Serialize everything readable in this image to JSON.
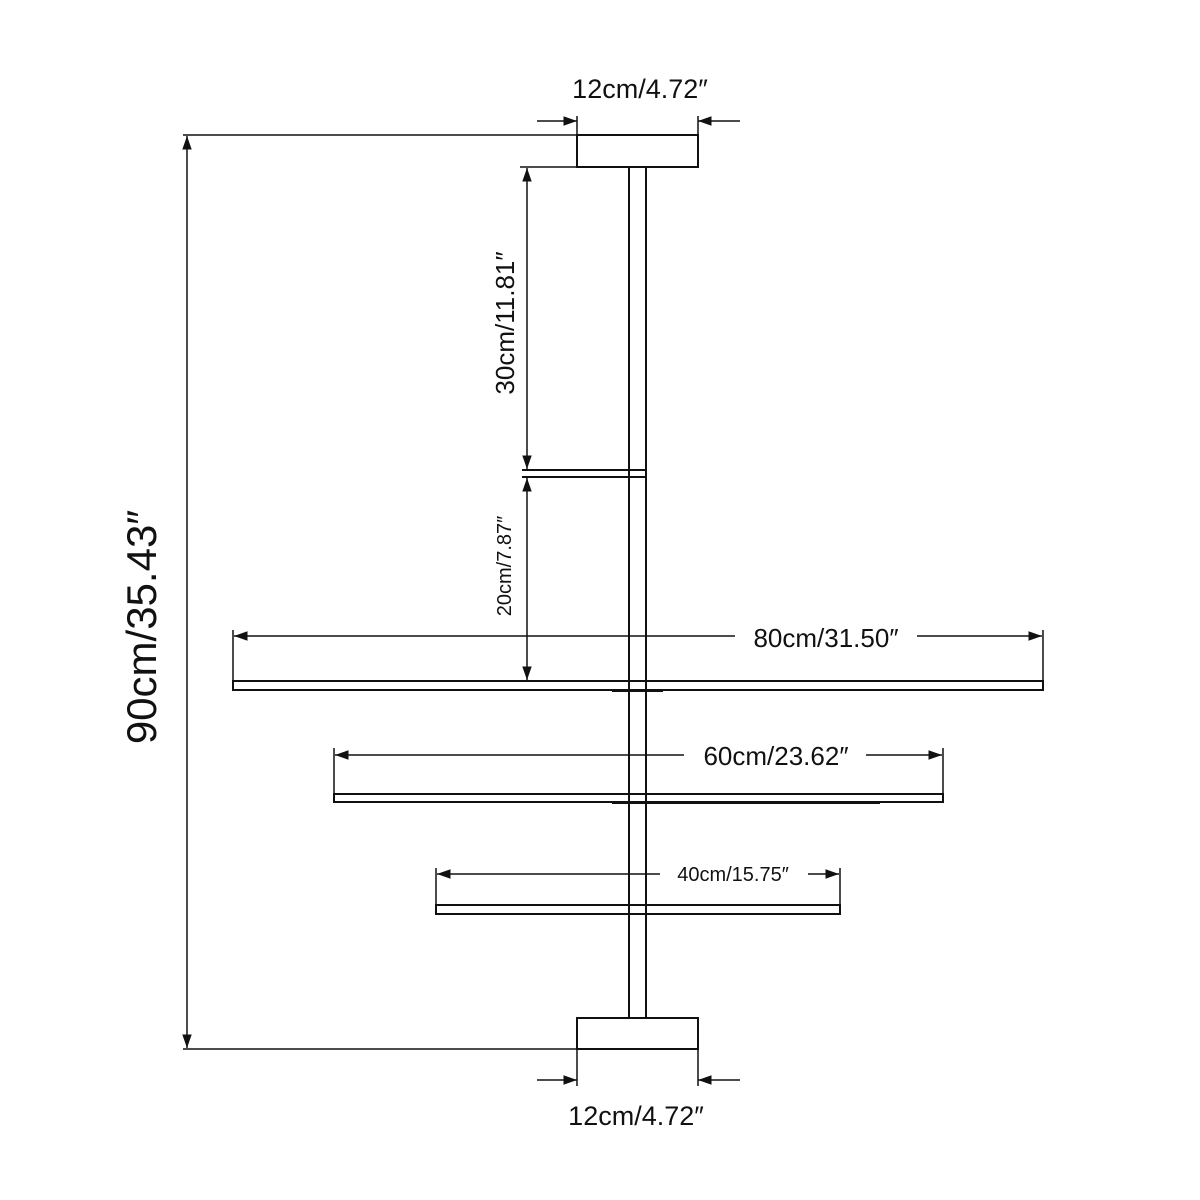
{
  "dimensions": {
    "top_canopy_width": "12cm/4.72″",
    "bottom_canopy_width": "12cm/4.72″",
    "upper_rod_length": "30cm/11.81″",
    "middle_rod_length": "20cm/7.87″",
    "overall_height": "90cm/35.43″",
    "bar_large": "80cm/31.50″",
    "bar_medium": "60cm/23.62″",
    "bar_small": "40cm/15.75″"
  },
  "colors": {
    "line": "#111111",
    "background": "#ffffff"
  }
}
